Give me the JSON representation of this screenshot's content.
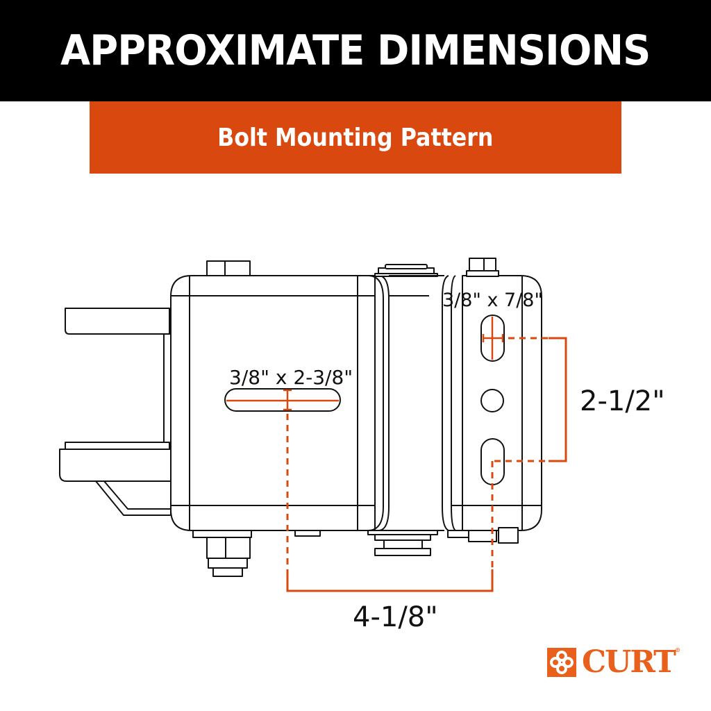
{
  "header": {
    "title": "APPROXIMATE DIMENSIONS"
  },
  "subheader": {
    "title": "Bolt Mounting Pattern"
  },
  "colors": {
    "header_bg": "#000000",
    "accent": "#d9480f",
    "dimension_line": "#d9480f",
    "line_art": "#111111",
    "logo": "#e8601c"
  },
  "dimensions": {
    "large_slot": "3/8\" x 2-3/8\"",
    "small_slot": "3/8\" x 7/8\"",
    "vertical_spacing": "2-1/2\"",
    "horizontal_spacing": "4-1/8\""
  },
  "logo": {
    "icon": "curt-knot-icon",
    "word": "CURT",
    "mark": "®"
  }
}
